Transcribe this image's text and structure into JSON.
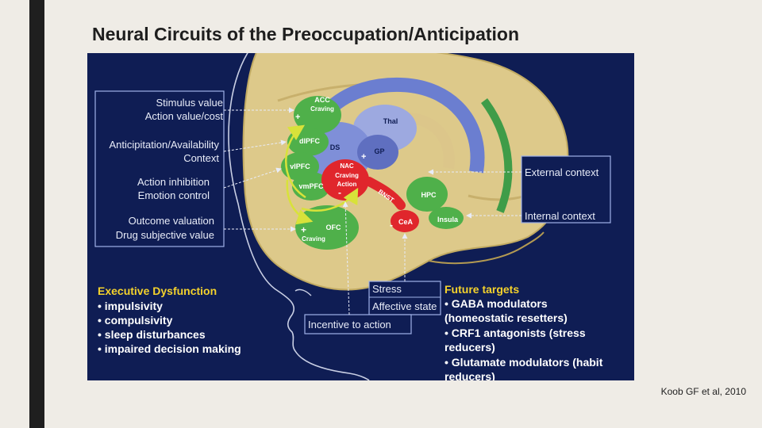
{
  "slide": {
    "title": "Neural Circuits of the Preoccupation/Anticipation",
    "citation": "Koob GF et al, 2010"
  },
  "colors": {
    "background": "#0f1d54",
    "brain": "#ddc98a",
    "panel_stroke": "#9fb2e8",
    "exec_heading": "#f4d22c",
    "future_heading": "#f4d22c",
    "region_green": "#4fb04a",
    "region_red": "#e0262c",
    "region_blue": "#7f8fd8"
  },
  "left_panel": {
    "items": [
      "Stimulus value",
      "Action value/cost",
      "Anticipitation/Availability",
      "Context",
      "Action inhibition",
      "Emotion control",
      "Outcome valuation",
      "Drug subjective value"
    ]
  },
  "right_panel": {
    "items": [
      "External context",
      "Internal context"
    ]
  },
  "regions": {
    "acc": "ACC",
    "acc_craving": "Craving",
    "dlpfc": "dlPFC",
    "vlpfc": "vlPFC",
    "vmpfc": "vmPFC",
    "ofc": "OFC",
    "ofc_craving": "Craving",
    "thal": "Thal",
    "ds": "DS",
    "gp": "GP",
    "nac": "NAC",
    "nac_craving": "Craving",
    "nac_action": "Action",
    "bnst": "BNST",
    "hpc": "HPC",
    "cea": "CeA",
    "insula": "Insula"
  },
  "signs": {
    "plus": "+",
    "minus": "-"
  },
  "bottom_boxes": {
    "stress": "Stress",
    "affective_state": "Affective state",
    "incentive": "Incentive to action"
  },
  "executive_dysfunction": {
    "heading": "Executive Dysfunction",
    "items": [
      "• impulsivity",
      "• compulsivity",
      "• sleep disturbances",
      "• impaired decision making"
    ]
  },
  "future_targets": {
    "heading": "Future targets",
    "lines": [
      "• GABA modulators",
      "(homeostatic resetters)",
      "• CRF1 antagonists (stress",
      "reducers)",
      "• Glutamate modulators (habit",
      "reducers)"
    ]
  }
}
